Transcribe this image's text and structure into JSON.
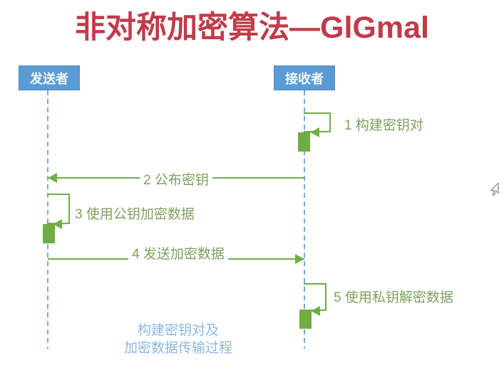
{
  "title": {
    "text": "非对称加密算法—GlGmal",
    "color": "#C13B49"
  },
  "actors": [
    {
      "id": "sender",
      "label": "发送者"
    },
    {
      "id": "receiver",
      "label": "接收者"
    }
  ],
  "steps": [
    {
      "label": "1 构建密钥对",
      "type": "self-message",
      "actor": "接收者"
    },
    {
      "label": "2 公布密钥",
      "type": "message",
      "from": "接收者",
      "to": "发送者"
    },
    {
      "label": "3 使用公钥加密数据",
      "type": "self-message",
      "actor": "发送者"
    },
    {
      "label": "4 发送加密数据",
      "type": "message",
      "from": "发送者",
      "to": "接收者"
    },
    {
      "label": "5 使用私钥解密数据",
      "type": "self-message",
      "actor": "接收者"
    }
  ],
  "caption": {
    "line1": "构建密钥对及",
    "line2": "加密数据传输过程"
  },
  "colors": {
    "title_red": "#C13B49",
    "actor_box_blue": "#5B9BD5",
    "actor_box_border": "#4E8AC8",
    "lifeline_blue": "#7CA7DA",
    "arrow_green": "#70AD47",
    "activation_green": "#6FAC44",
    "step_text_green": "#7FA05E",
    "caption_blue": "#8DB6E2"
  }
}
